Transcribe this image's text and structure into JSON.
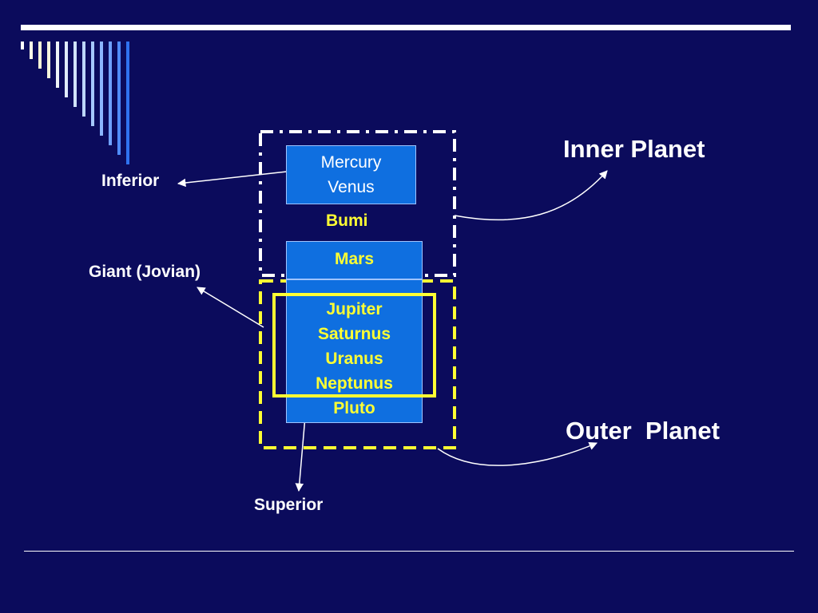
{
  "colors": {
    "background": "#0b0b5c",
    "planet_box": "#0f6fe0",
    "highlight": "#ffff33",
    "white": "#ffffff"
  },
  "boxes": {
    "inferior": [
      "Mercury",
      "Venus"
    ],
    "mars": "Mars",
    "outer": [
      "Jupiter",
      "Saturnus",
      "Uranus",
      "Neptunus",
      "Pluto"
    ]
  },
  "labels": {
    "bumi": "Bumi",
    "inferior": "Inferior",
    "giant": "Giant (Jovian)",
    "superior": "Superior",
    "inner_planet": "Inner Planet",
    "outer_planet": "Outer  Planet"
  }
}
